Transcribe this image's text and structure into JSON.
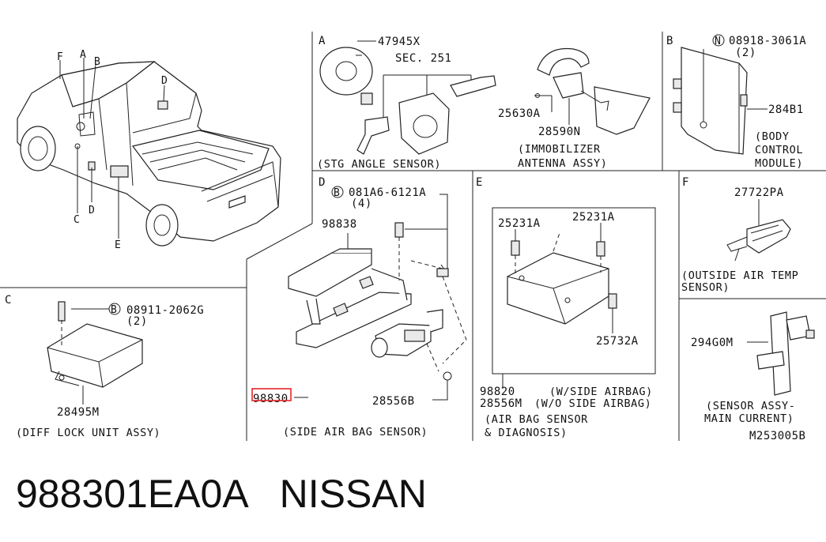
{
  "sections": {
    "A": {
      "letter": "A",
      "caption": "(STG ANGLE SENSOR)",
      "parts": [
        "47945X",
        "SEC. 251"
      ]
    },
    "immobilizer": {
      "caption_line1": "(IMMOBILIZER",
      "caption_line2": "ANTENNA ASSY)",
      "parts": [
        "25630A",
        "28590N"
      ]
    },
    "B": {
      "letter": "B",
      "caption_line1": "(BODY",
      "caption_line2": "CONTROL",
      "caption_line3": "MODULE)",
      "parts": [
        "08918-3061A",
        "(2)",
        "284B1"
      ],
      "circle_letter": "N"
    },
    "C": {
      "letter": "C",
      "caption": "(DIFF LOCK UNIT ASSY)",
      "parts": [
        "08911-2062G",
        "(2)",
        "28495M"
      ],
      "circle_letter": "B"
    },
    "D": {
      "letter": "D",
      "caption": "(SIDE AIR BAG SENSOR)",
      "parts": [
        "081A6-6121A",
        "(4)",
        "98838",
        "98830",
        "28556B"
      ],
      "circle_letter": "B"
    },
    "E": {
      "letter": "E",
      "caption_line1": "(AIR BAG SENSOR",
      "caption_line2": "& DIAGNOSIS)",
      "parts": [
        "25231A",
        "25231A",
        "25732A",
        "98820",
        "28556M"
      ],
      "note1": "(W/SIDE AIRBAG)",
      "note2": "(W/O SIDE AIRBAG)"
    },
    "F": {
      "letter": "F",
      "caption_line1": "(OUTSIDE AIR TEMP",
      "caption_line2": "SENSOR)",
      "parts": [
        "27722PA"
      ]
    },
    "current": {
      "caption_line1": "(SENSOR ASSY-",
      "caption_line2": "MAIN CURRENT)",
      "parts": [
        "294G0M"
      ]
    }
  },
  "truck_callouts": [
    "F",
    "A",
    "B",
    "D",
    "C",
    "D",
    "E"
  ],
  "diagram_code": "M253005B",
  "footer": {
    "part_number": "988301EA0A",
    "brand": "NISSAN"
  },
  "colors": {
    "highlight": "#e8262b",
    "line": "#222222"
  }
}
